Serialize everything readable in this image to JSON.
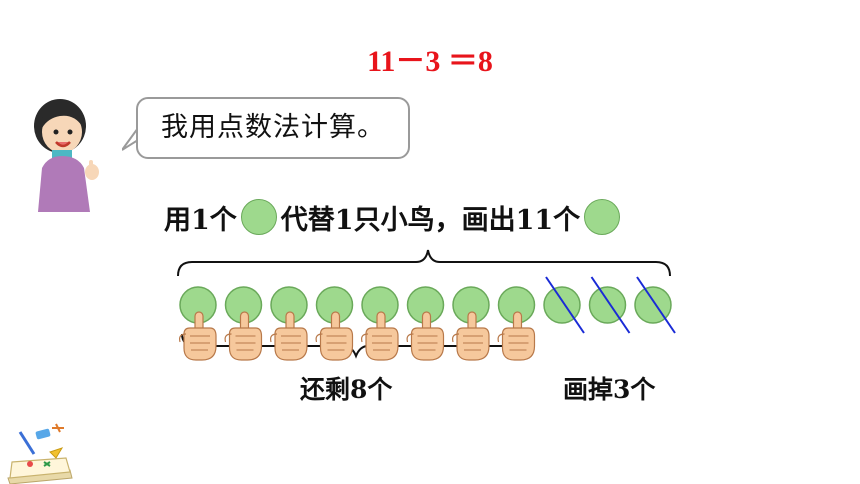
{
  "equation": "11－3 ＝8",
  "speech": "我用点数法计算。",
  "instruction": {
    "part1": "用1个",
    "part2": "代替1只小鸟，画出11个"
  },
  "remaining_label": "还剩8个",
  "crossed_label": "画掉3个",
  "circles": {
    "total": 11,
    "crossed": 3,
    "remaining": 8
  },
  "colors": {
    "circle_fill": "#9ed98d",
    "circle_stroke": "#6aa95a",
    "equation": "#e8141b",
    "strike": "#1a2bd6"
  },
  "icons": {
    "character": "boy-icon",
    "finger": "pointing-hand-icon",
    "decoration": "stationery-icon"
  }
}
